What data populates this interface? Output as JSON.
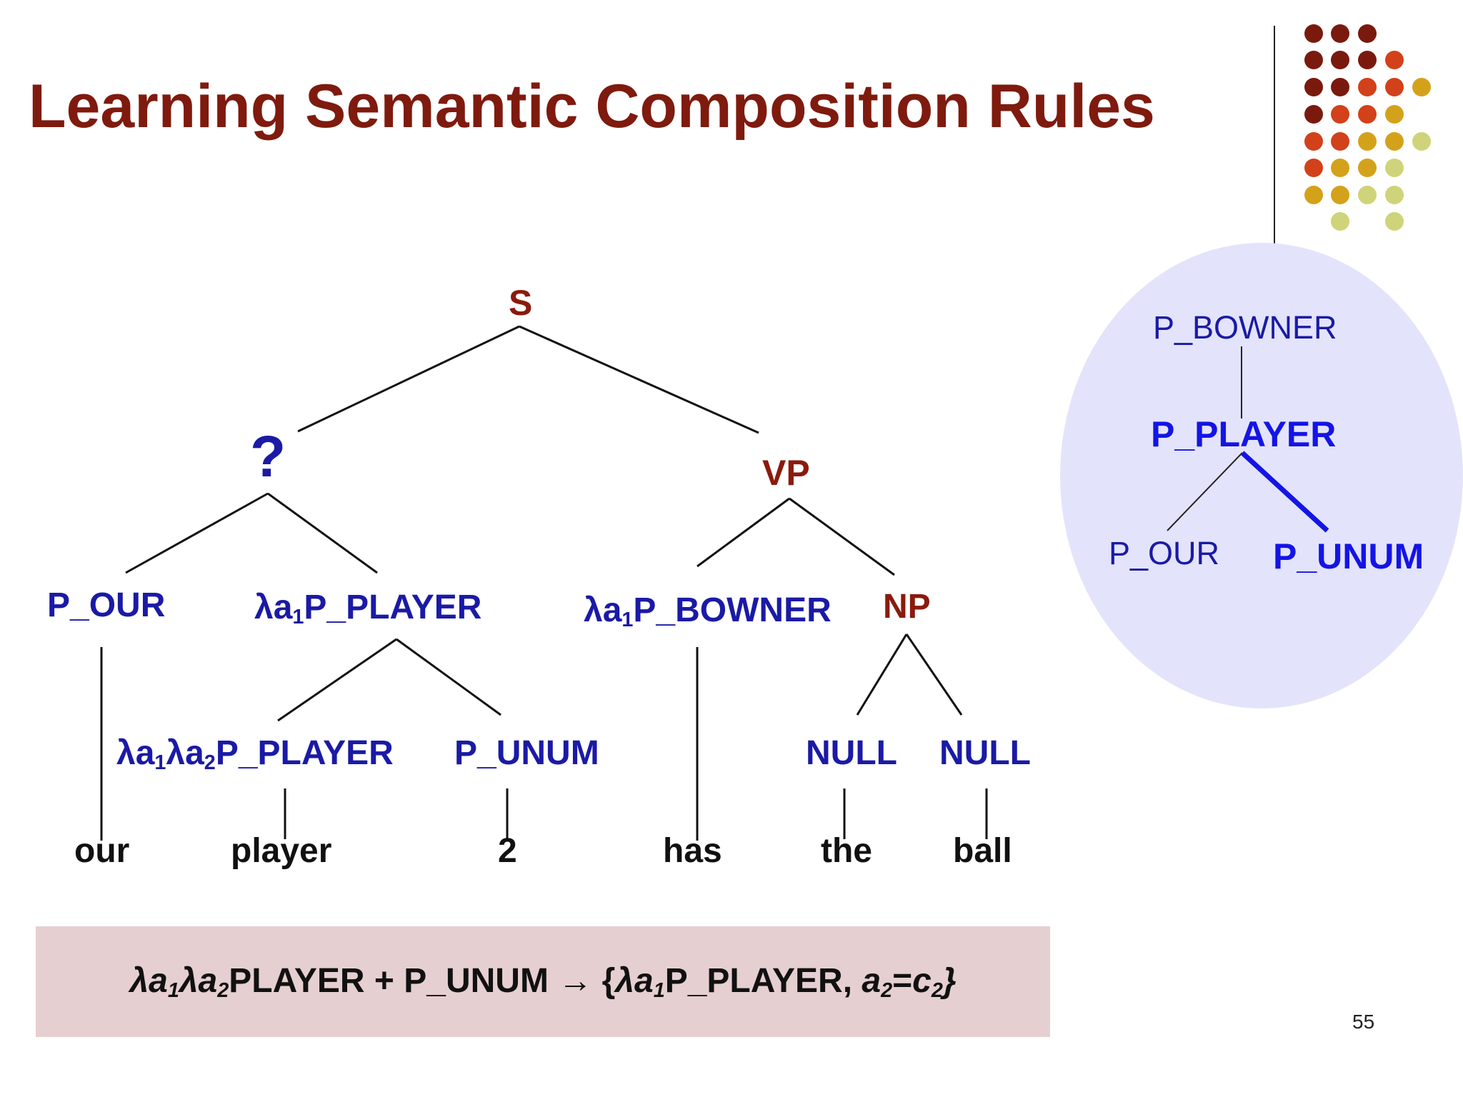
{
  "title": "Learning Semantic Composition Rules",
  "tree": {
    "root": "S",
    "unknown": "?",
    "vp": "VP",
    "np": "NP",
    "p_our": "P_OUR",
    "lambda_prefix": "λa",
    "sub_1": "1",
    "sub_2": "2",
    "p_player_label": "P_PLAYER",
    "p_bowner_label": "P_BOWNER",
    "p_unum": "P_UNUM",
    "null_1": "NULL",
    "null_2": "NULL",
    "words": [
      "our",
      "player",
      "2",
      "has",
      "the",
      "ball"
    ]
  },
  "side_tree": {
    "top": "P_BOWNER",
    "mid": "P_PLAYER",
    "left": "P_OUR",
    "right": "P_UNUM"
  },
  "rule": {
    "lam1": "λa",
    "s1": "1",
    "lam2": "λa",
    "s2": "2",
    "mid_text": "PLAYER + P_UNUM → {",
    "lam3": "λa",
    "s3": "1",
    "text_after": "P_PLAYER, ",
    "a_var": "a",
    "s4": "2",
    "eq": "=",
    "c_var": "c",
    "s5": "2",
    "close": "}"
  },
  "page_number": "55",
  "colors": {
    "title": "#7f1a0e",
    "node_red": "#8b1a0c",
    "node_blue": "#1a1aa6",
    "highlight_blue": "#1414e6",
    "rule_box": "#e6cfd0",
    "ellipse": "#e3e4fb",
    "dots": [
      "#7a1a0e",
      "#d2411a",
      "#d4a21a",
      "#cfd47a"
    ]
  }
}
